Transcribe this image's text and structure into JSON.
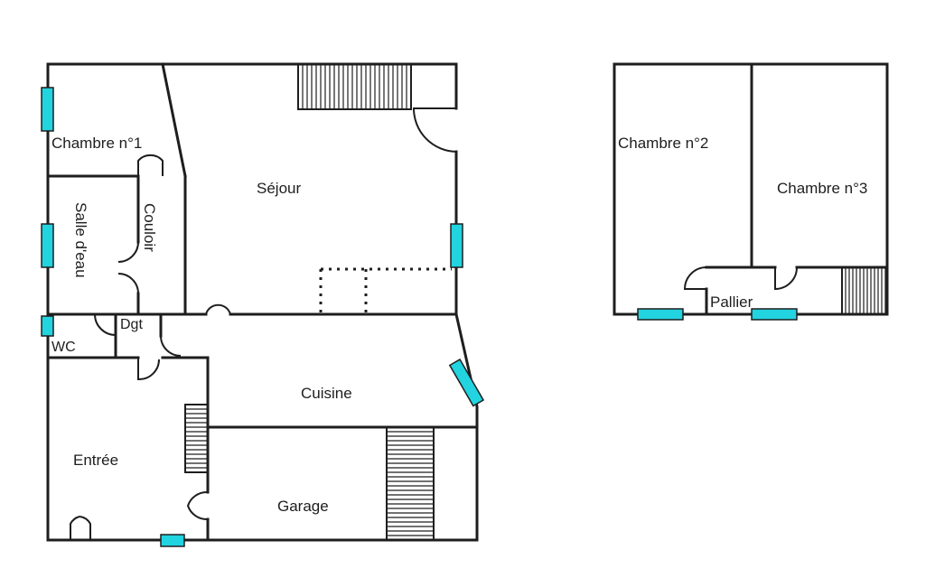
{
  "ground_floor": {
    "rooms": {
      "chambre1": "Chambre n°1",
      "sejour": "Séjour",
      "salle_eau": "Salle d'eau",
      "couloir": "Couloir",
      "dgt": "Dgt",
      "wc": "WC",
      "cuisine": "Cuisine",
      "entree": "Entrée",
      "garage": "Garage"
    }
  },
  "upper_floor": {
    "rooms": {
      "chambre2": "Chambre n°2",
      "chambre3": "Chambre n°3",
      "pallier": "Pallier"
    }
  },
  "colors": {
    "wall": "#1e1e1e",
    "window": "#22d3e0",
    "background": "#ffffff"
  }
}
